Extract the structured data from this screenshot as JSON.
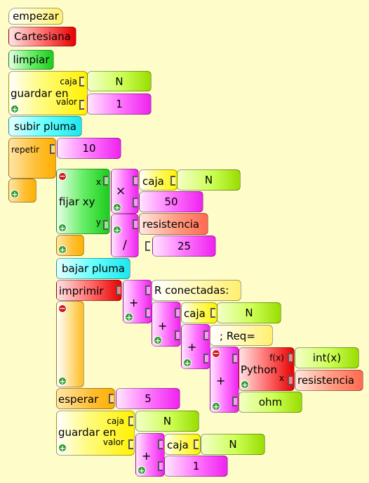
{
  "blocks": {
    "empezar": "empezar",
    "cartesiana": "Cartesiana",
    "limpiar": "limpiar",
    "guardar1": {
      "title": "guardar en",
      "caja_label": "caja",
      "valor_label": "valor",
      "caja_value": "N",
      "valor_value": "1"
    },
    "subir_pluma": "subir pluma",
    "repetir": {
      "title": "repetir",
      "value": "10"
    },
    "fijar_xy": {
      "title": "fijar xy",
      "x_label": "x",
      "y_label": "y"
    },
    "mult": {
      "op": "×",
      "caja_label": "caja",
      "caja_value": "N",
      "factor": "50"
    },
    "div": {
      "op": "/",
      "left": "resistencia",
      "right": "25"
    },
    "bajar_pluma": "bajar pluma",
    "imprimir": {
      "title": "imprimir",
      "plus1": "+",
      "text1": "R conectadas:",
      "plus2": "+",
      "caja_label": "caja",
      "caja_value": "N",
      "plus3": "+",
      "text2": "; Req=",
      "plus4": "+",
      "python_title": "Python",
      "fx_label": "f(x)",
      "fx_value": "int(x)",
      "x_label": "x",
      "x_value": "resistencia",
      "text3": "ohm"
    },
    "esperar": {
      "title": "esperar",
      "value": "5"
    },
    "guardar2": {
      "title": "guardar en",
      "caja_label": "caja",
      "valor_label": "valor",
      "caja_value": "N",
      "plus": "+",
      "inner_caja_label": "caja",
      "inner_caja_value": "N",
      "inner_value": "1"
    }
  },
  "icons": {
    "add": "plus-icon",
    "remove": "minus-icon"
  },
  "colors": {
    "background": "#fefcc8",
    "control": "#ffb000",
    "text_value": "#ee22ee",
    "var_value": "#99dd00"
  }
}
